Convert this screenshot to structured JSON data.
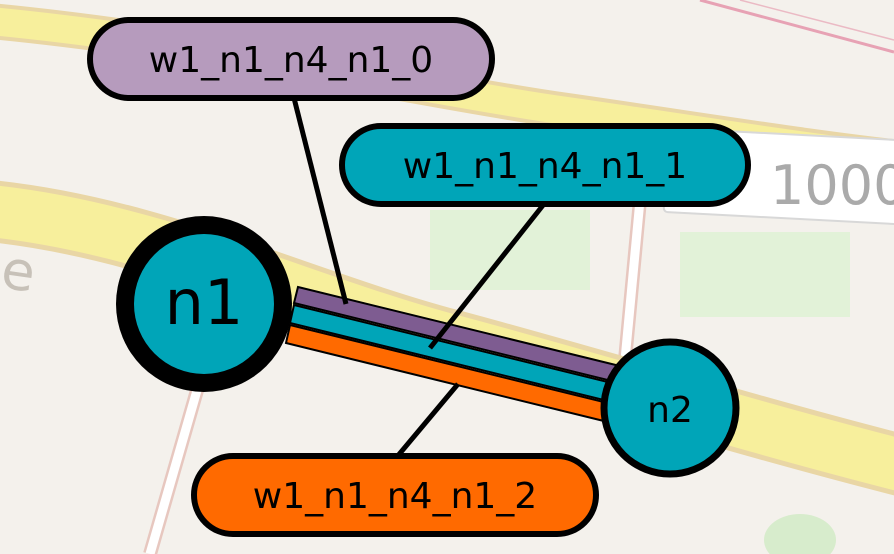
{
  "map": {
    "background_color": "#f4f1ec",
    "road_fill": "#f7ef9c",
    "road_edge": "#e9d6a5",
    "green_area": "#e2f2d8",
    "pink_line": "#e7a2b4",
    "street_label_fragment": "e",
    "distance_label": "1000"
  },
  "nodes": [
    {
      "id": "n1",
      "label": "n1",
      "fill": "#00a5b8",
      "ring": "#000000",
      "emphasized": true
    },
    {
      "id": "n2",
      "label": "n2",
      "fill": "#00a5b8",
      "ring": "#000000",
      "emphasized": false
    }
  ],
  "edges": [
    {
      "id": "w1_n1_n4_n1_0",
      "label": "w1_n1_n4_n1_0",
      "color": "#7e5c91",
      "label_fill": "#b69bbd"
    },
    {
      "id": "w1_n1_n4_n1_1",
      "label": "w1_n1_n4_n1_1",
      "color": "#00a5b8",
      "label_fill": "#00a5b8"
    },
    {
      "id": "w1_n1_n4_n1_2",
      "label": "w1_n1_n4_n1_2",
      "color": "#ff6a00",
      "label_fill": "#ff6a00"
    }
  ]
}
